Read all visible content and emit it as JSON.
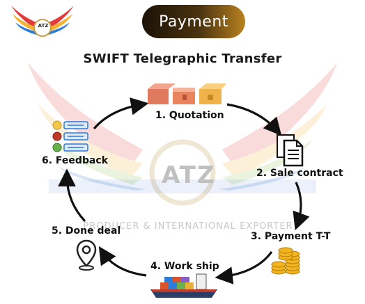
{
  "logo": {
    "text": "ATZ"
  },
  "header": {
    "label": "Payment"
  },
  "title": "SWIFT Telegraphic Transfer",
  "steps": [
    {
      "label": "1. Quotation"
    },
    {
      "label": "2. Sale contract"
    },
    {
      "label": "3. Payment T-T"
    },
    {
      "label": "4. Work ship"
    },
    {
      "label": "5. Done deal"
    },
    {
      "label": "6. Feedback"
    }
  ],
  "watermark": {
    "logo_text": "ATZ",
    "tagline": "PRODUCER & INTERNATIONAL EXPORTER"
  },
  "colors": {
    "pill_dark": "#1b1207",
    "pill_gold": "#b8821f",
    "arrow": "#111111"
  }
}
